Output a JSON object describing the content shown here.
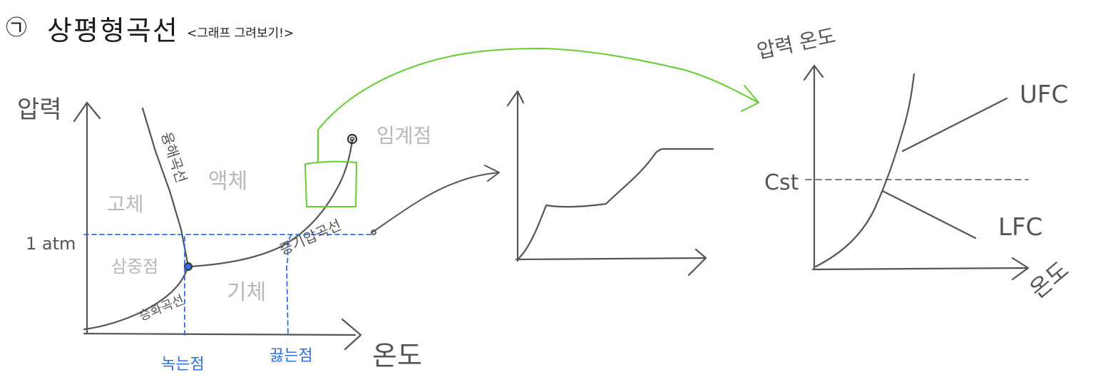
{
  "header": {
    "mark": "㉠",
    "title": "상평형곡선",
    "subtitle": "<그래프   그려보기!>"
  },
  "phase_diagram": {
    "y_axis_label": "압력",
    "x_axis_label": "온도",
    "pressure_tick": "1 atm",
    "regions": {
      "solid": "고체",
      "liquid": "액체",
      "gas": "기체"
    },
    "points": {
      "triple": "삼중점",
      "critical": "임계점"
    },
    "curves": {
      "melting": "융해곡선",
      "vaporization": "증기압곡선",
      "sublimation": "승화곡선"
    },
    "x_markers": {
      "melting_point": "녹는점",
      "boiling_point": "끓는점"
    }
  },
  "lcst_diagram": {
    "y_axis_label": "압력 온도",
    "x_axis_label": "온도",
    "ucst_label": "UFC",
    "lcst_label": "LFC",
    "cst_label": "Cst"
  },
  "colors": {
    "ink": "#555555",
    "region_text": "#b8b8b8",
    "blue": "#2f6fe0",
    "green": "#66cc33"
  }
}
